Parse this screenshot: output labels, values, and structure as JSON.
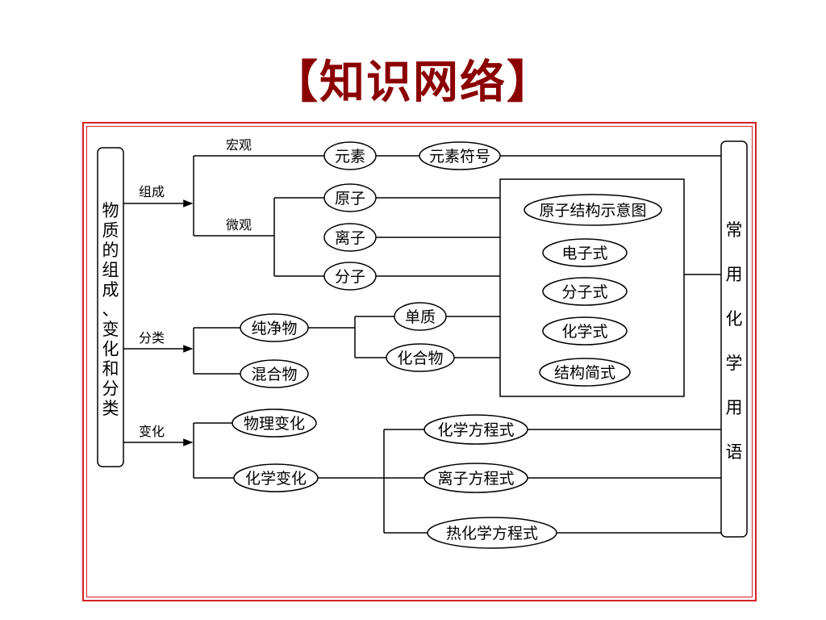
{
  "title": "【知识网络】",
  "left_bar": {
    "label": [
      "物",
      "质",
      "的",
      "组",
      "成",
      "、",
      "变",
      "化",
      "和",
      "分",
      "类"
    ]
  },
  "right_bar": {
    "label": [
      "常",
      "用",
      "化",
      "学",
      "用",
      "语"
    ]
  },
  "branches": {
    "composition": "组成",
    "classification": "分类",
    "change": "变化",
    "macro": "宏观",
    "micro": "微观"
  },
  "nodes": {
    "element": "元素",
    "element_symbol": "元素符号",
    "atom": "原子",
    "ion": "离子",
    "molecule": "分子",
    "pure_substance": "纯净物",
    "mixture": "混合物",
    "simple_substance": "单质",
    "compound": "化合物",
    "physical_change": "物理变化",
    "chemical_change": "化学变化",
    "atom_structure_diagram": "原子结构示意图",
    "electron_formula": "电子式",
    "molecular_formula": "分子式",
    "chemical_formula": "化学式",
    "structural_formula": "结构简式",
    "chemical_equation": "化学方程式",
    "ionic_equation": "离子方程式",
    "thermochemical_equation": "热化学方程式"
  },
  "colors": {
    "title": "#8b0000",
    "frame": "#d62020",
    "line": "#000000"
  }
}
